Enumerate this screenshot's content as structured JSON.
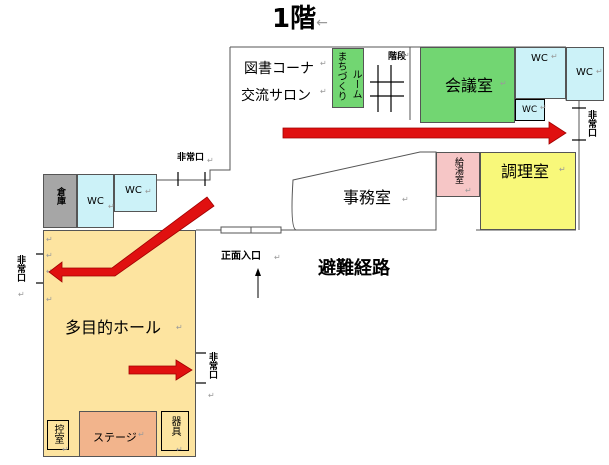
{
  "floor_title": "1階",
  "floor_title_mark": "←",
  "rooms": {
    "library_corner": "図書コーナ",
    "salon": "交流サロン",
    "machi_room": "まちづくりルーム",
    "stairs": "階段",
    "meeting_room": "会議室",
    "wc": "WC",
    "kitchenette": "給湯室",
    "cooking_room": "調理室",
    "office": "事務室",
    "storage": "倉庫",
    "hall": "多目的ホール",
    "stage": "ステージ",
    "control_room": "控室",
    "equipment": "器具"
  },
  "exits": {
    "emergency": "非常口",
    "main_entrance": "正面入口"
  },
  "route_title": "避難経路",
  "return_mark": "↵",
  "colors": {
    "meeting": "#72d672",
    "machi": "#72d672",
    "wc": "#ccf2f8",
    "storage": "#a6a6a6",
    "cooking": "#f8f87a",
    "kitchenette": "#f6c6c6",
    "hall": "#fde4a0",
    "stage": "#f2b48c",
    "arrow": "#e01010"
  }
}
